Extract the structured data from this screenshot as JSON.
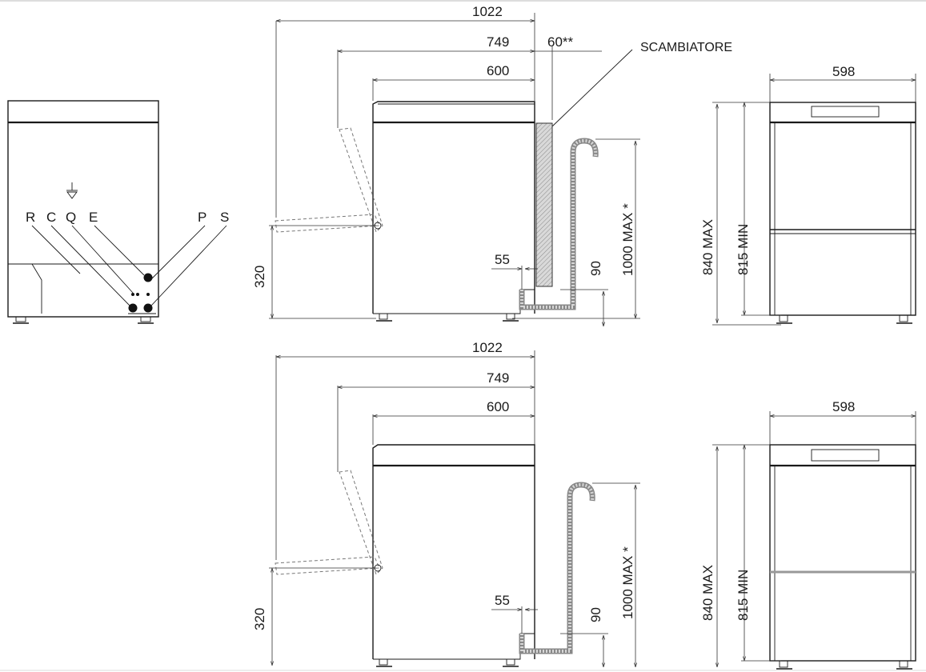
{
  "connections": {
    "labels": [
      "R",
      "C",
      "Q",
      "E",
      "P",
      "S"
    ],
    "ground_symbol": "ground-icon"
  },
  "side_top": {
    "dim_total": "1022",
    "dim_open": "749",
    "dim_body": "600",
    "dim_gap": "60**",
    "exchanger_label": "SCAMBIATORE",
    "dim_hinge": "320",
    "dim_drain_offset": "55",
    "dim_drain_height": "90",
    "dim_max_height": "1000 MAX *"
  },
  "side_bottom": {
    "dim_total": "1022",
    "dim_open": "749",
    "dim_body": "600",
    "dim_hinge": "320",
    "dim_drain_offset": "55",
    "dim_drain_height": "90",
    "dim_max_height": "1000 MAX *"
  },
  "front_top": {
    "dim_width": "598",
    "dim_max": "840 MAX",
    "dim_min": "815 MIN"
  },
  "front_bottom": {
    "dim_width": "598",
    "dim_max": "840 MAX",
    "dim_min": "815 MIN"
  }
}
